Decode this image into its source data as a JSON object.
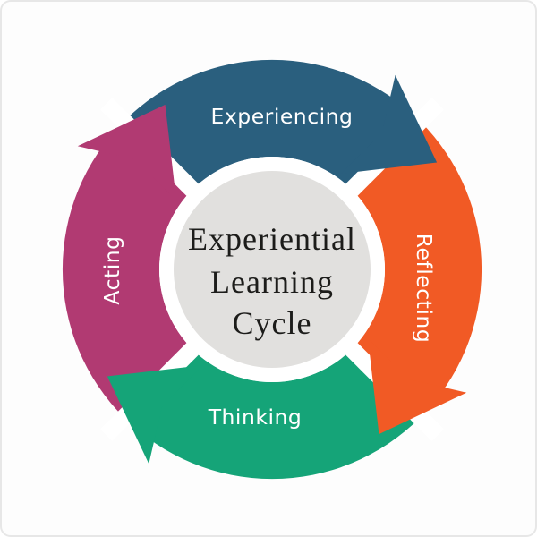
{
  "diagram": {
    "type": "cycle",
    "direction": "clockwise",
    "title": "Experiential Learning Cycle",
    "center": {
      "line1": "Experiential",
      "line2": "Learning",
      "line3": "Cycle",
      "fill": "#e1e0de",
      "ring": "#ffffff",
      "text_color": "#1c1c1a"
    },
    "segments": [
      {
        "label": "Experiencing",
        "position": "top",
        "color": "#2a5f7e"
      },
      {
        "label": "Reflecting",
        "position": "right",
        "color": "#f15a25"
      },
      {
        "label": "Thinking",
        "position": "bottom",
        "color": "#15a478"
      },
      {
        "label": "Acting",
        "position": "left",
        "color": "#b13a72"
      }
    ],
    "label_color": "#ffffff",
    "separator_color": "#ffffff"
  }
}
